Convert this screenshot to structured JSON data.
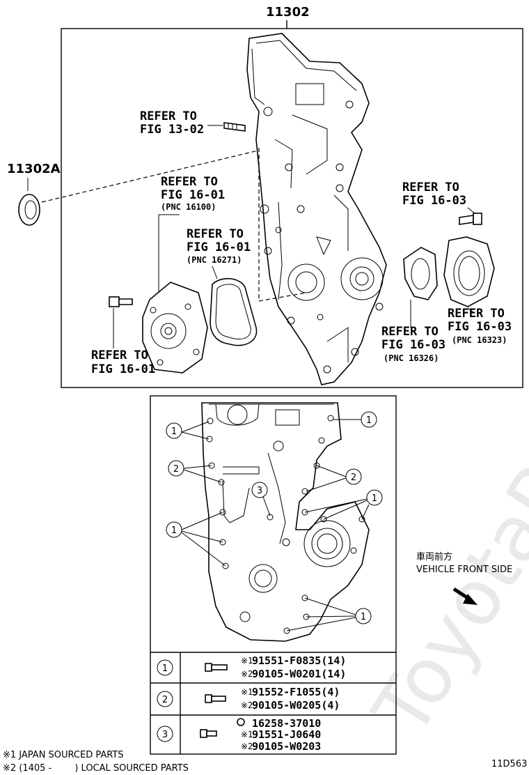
{
  "watermark": "ToyotaParts.ru",
  "labels": {
    "main_part": "11302",
    "oil_seal": "11302A",
    "refer_13_02": [
      "REFER TO",
      "FIG 13-02"
    ],
    "refer_16_01_a": [
      "REFER TO",
      "FIG 16-01",
      "(PNC 16100)"
    ],
    "refer_16_01_b": [
      "REFER TO",
      "FIG 16-01",
      "(PNC 16271)"
    ],
    "refer_16_01_c": [
      "REFER TO",
      "FIG 16-01"
    ],
    "refer_16_03_a": [
      "REFER TO",
      "FIG 16-03"
    ],
    "refer_16_03_b": [
      "REFER TO",
      "FIG 16-03",
      "(PNC 16323)"
    ],
    "refer_16_03_c": [
      "REFER TO",
      "FIG 16-03",
      "(PNC 16326)"
    ]
  },
  "detail_callouts": [
    "1",
    "2",
    "3"
  ],
  "bolt_table": [
    {
      "index": "1",
      "lines": [
        [
          "※1",
          "91551-F0835(14)"
        ],
        [
          "※2",
          "90105-W0201(14)"
        ]
      ]
    },
    {
      "index": "2",
      "lines": [
        [
          "※1",
          "91552-F1055(4)"
        ],
        [
          "※2",
          "90105-W0205(4)"
        ]
      ]
    },
    {
      "index": "3",
      "lines": [
        [
          "",
          "16258-37010"
        ],
        [
          "※1",
          "91551-J0640"
        ],
        [
          "※2",
          "90105-W0203"
        ]
      ]
    }
  ],
  "direction": {
    "jp": "車両前方",
    "en": "VEHICLE FRONT SIDE"
  },
  "footnotes": [
    "※1 JAPAN SOURCED PARTS",
    "※2 (1405 -        ) LOCAL SOURCED PARTS"
  ],
  "figure_code": "11D563"
}
